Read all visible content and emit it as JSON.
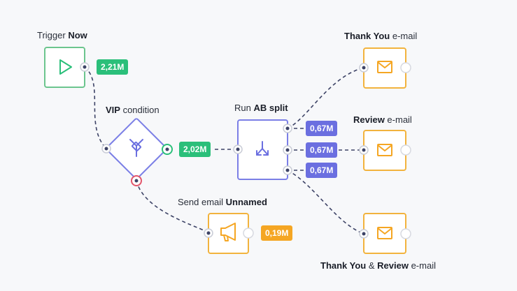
{
  "colors": {
    "green": "#2bbf7a",
    "green_stroke": "#6cc58e",
    "purple": "#6b6fe0",
    "purple_stroke": "#7b7fe6",
    "orange": "#f5a623",
    "orange_stroke": "#f2b33d",
    "red": "#e2566b",
    "dash": "#3d4366"
  },
  "trigger": {
    "label_plain": "Trigger ",
    "label_bold": "Now",
    "count": "2,21M",
    "icon": "play-icon"
  },
  "vip_condition": {
    "label_bold": "VIP",
    "label_plain": " condition",
    "count": "2,02M",
    "icon": "branch-icon"
  },
  "ab_split": {
    "label_plain": "Run ",
    "label_bold": "AB split",
    "counts": [
      "0,67M",
      "0,67M",
      "0,67M"
    ],
    "icon": "split-arrows-icon"
  },
  "send_email": {
    "label_plain": "Send email ",
    "label_bold": "Unnamed",
    "count": "0,19M",
    "icon": "megaphone-icon"
  },
  "email_thank_you": {
    "label_bold": "Thank You",
    "label_plain": " e-mail",
    "icon": "envelope-icon"
  },
  "email_review": {
    "label_bold": "Review",
    "label_plain": " e-mail",
    "icon": "envelope-icon"
  },
  "email_thank_you_review": {
    "label_bold1": "Thank You",
    "label_mid": " & ",
    "label_bold2": "Review",
    "label_plain": " e-mail",
    "icon": "envelope-icon"
  }
}
